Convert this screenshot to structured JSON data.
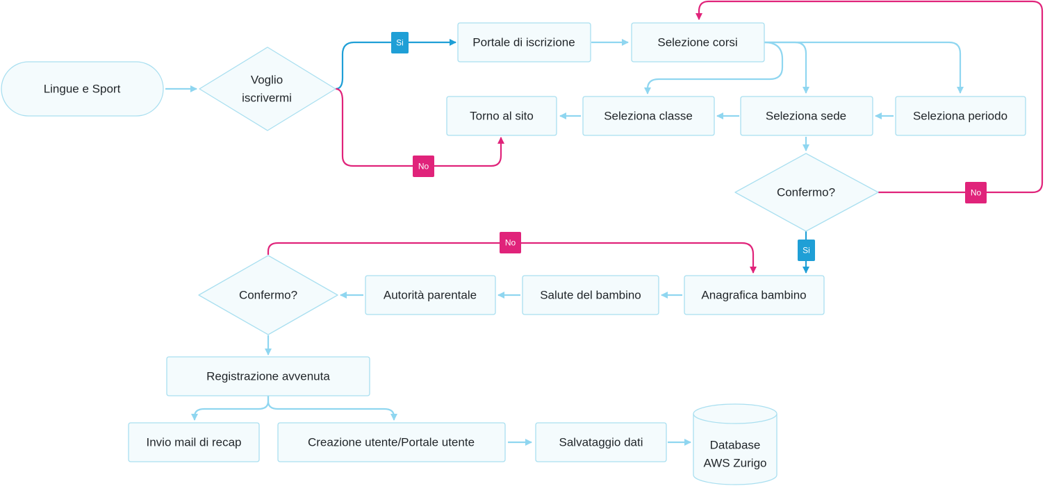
{
  "nodes": {
    "lingue_sport": "Lingue e Sport",
    "voglio_1": "Voglio",
    "voglio_2": "iscrivermi",
    "portale_iscrizione": "Portale di iscrizione",
    "selezione_corsi": "Selezione corsi",
    "torno_sito": "Torno al sito",
    "seleziona_classe": "Seleziona classe",
    "seleziona_sede": "Seleziona sede",
    "seleziona_periodo": "Seleziona periodo",
    "confermo_1": "Confermo?",
    "anagrafica_bambino": "Anagrafica bambino",
    "salute_bambino": "Salute del bambino",
    "autorita_parentale": "Autorità parentale",
    "confermo_2": "Confermo?",
    "registrazione": "Registrazione avvenuta",
    "invio_mail": "Invio mail di recap",
    "creazione_utente": "Creazione utente/Portale utente",
    "salvataggio": "Salvataggio dati",
    "database_1": "Database",
    "database_2": "AWS Zurigo"
  },
  "badges": {
    "si_1": "Si",
    "no_1": "No",
    "no_2": "No",
    "si_2": "Si",
    "no_3": "No"
  },
  "colors": {
    "node_fill": "#f4fbfd",
    "node_stroke": "#a9dff0",
    "arrow_light_blue": "#8fd6f0",
    "arrow_dark_blue": "#1f9fd6",
    "arrow_pink": "#e0237a",
    "badge_si": "#1f9fd6",
    "badge_no": "#e0237a"
  }
}
